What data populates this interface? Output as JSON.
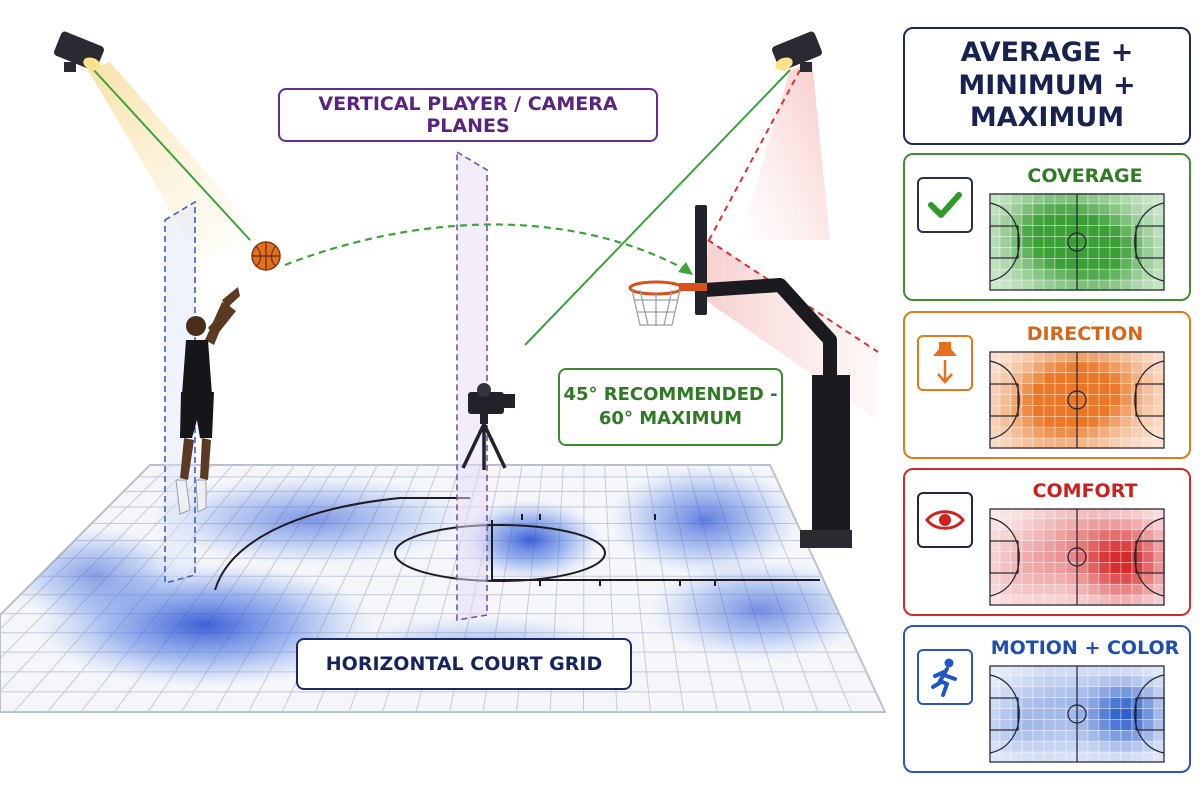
{
  "callouts": {
    "planes": "VERTICAL PLAYER / CAMERA PLANES",
    "angle_line1": "45° RECOMMENDED -",
    "angle_line2": "60° MAXIMUM",
    "grid": "HORIZONTAL COURT GRID"
  },
  "panel": {
    "header_line1": "AVERAGE +",
    "header_line2": "MINIMUM +",
    "header_line3": "MAXIMUM",
    "cards": [
      {
        "title": "COVERAGE",
        "icon": "checkmark-icon",
        "color": "#2f9a2a"
      },
      {
        "title": "DIRECTION",
        "icon": "downlight-arrow-icon",
        "color": "#e8701a"
      },
      {
        "title": "COMFORT",
        "icon": "eye-icon",
        "color": "#d42020"
      },
      {
        "title": "MOTION + COLOR",
        "icon": "running-person-icon",
        "color": "#1e55c8"
      }
    ]
  },
  "colors": {
    "court_heat": "#1f4fd8",
    "aim_line": "#3aa33a",
    "glare_line": "#e03030",
    "player_plane": "#3b5fd0",
    "camera_plane": "#7a4fb0"
  }
}
